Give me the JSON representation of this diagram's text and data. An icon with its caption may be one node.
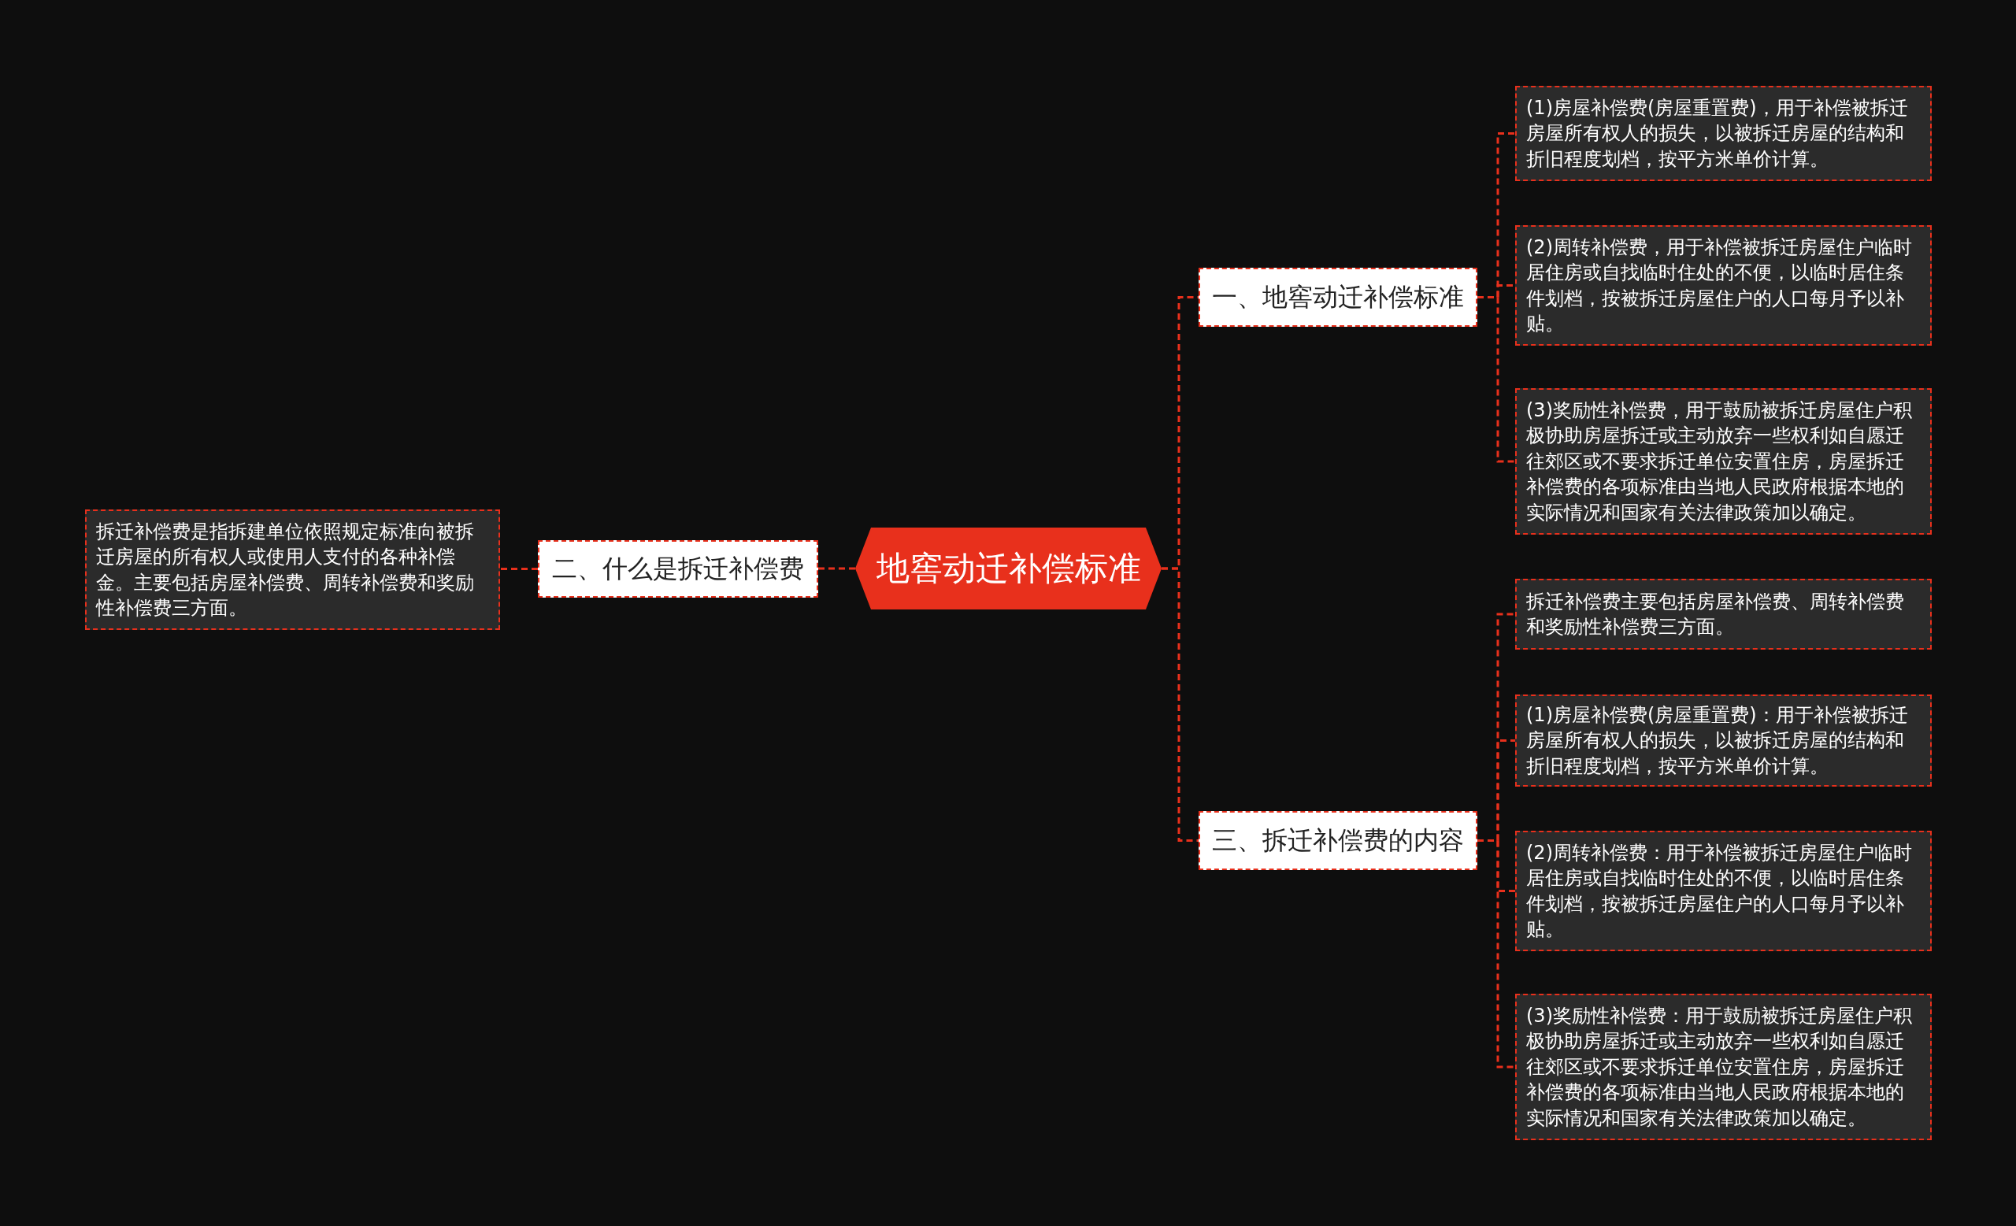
{
  "diagram": {
    "nodes": [
      {
        "text": [
          "地窖动迁补偿标准"
        ]
      },
      {
        "text": [
          "一、地窖动迁补偿标准"
        ]
      },
      {
        "text": [
          "(1)房屋补偿费(房屋重置费)，用于补偿被拆迁房屋所有权人的损失，以被拆迁房屋的结构和折旧程度划档，按平方米单价计算。"
        ]
      },
      {
        "text": [
          "(2)周转补偿费，用于补偿被拆迁房屋住户临时居住房或自找临时住处的不便，以临时居住条件划档，按被拆迁房屋住户的人口每月予以补贴。"
        ]
      },
      {
        "text": [
          "(3)奖励性补偿费，用于鼓励被拆迁房屋住户积极协助房屋拆迁或主动放弃一些权利如自愿迁往郊区或不要求拆迁单位安置住房，房屋拆迁补偿费的各项标准由当地人民政府根据本地的实际情况和国家有关法律政策加以确定。"
        ]
      },
      {
        "text": [
          "二、什么是拆迁补偿费"
        ]
      },
      {
        "text": [
          "拆迁补偿费是指拆建单位依照规定标准向被拆迁房屋的所有权人或使用人支付的各种补偿金。主要包括房屋补偿费、周转补偿费和奖励性补偿费三方面。"
        ]
      },
      {
        "text": [
          "三、拆迁补偿费的内容"
        ]
      },
      {
        "text": [
          "拆迁补偿费主要包括房屋补偿费、周转补偿费和奖励性补偿费三方面。"
        ]
      },
      {
        "text": [
          "(1)房屋补偿费(房屋重置费)：用于补偿被拆迁房屋所有权人的损失，以被拆迁房屋的结构和折旧程度划档，按平方米单价计算。"
        ]
      },
      {
        "text": [
          "(2)周转补偿费：用于补偿被拆迁房屋住户临时居住房或自找临时住处的不便，以临时居住条件划档，按被拆迁房屋住户的人口每月予以补贴。"
        ]
      },
      {
        "text": [
          "(3)奖励性补偿费：用于鼓励被拆迁房屋住户积极协助房屋拆迁或主动放弃一些权利如自愿迁往郊区或不要求拆迁单位安置住房，房屋拆迁补偿费的各项标准由当地人民政府根据本地的实际情况和国家有关法律政策加以确定。"
        ]
      }
    ],
    "edges": [
      {
        "from": 0,
        "to": 1,
        "arrow": "none"
      },
      {
        "from": 1,
        "to": 2,
        "arrow": "none"
      },
      {
        "from": 1,
        "to": 3,
        "arrow": "none"
      },
      {
        "from": 1,
        "to": 4,
        "arrow": "none"
      },
      {
        "from": 0,
        "to": 5,
        "arrow": "none"
      },
      {
        "from": 5,
        "to": 6,
        "arrow": "none"
      },
      {
        "from": 0,
        "to": 7,
        "arrow": "none"
      },
      {
        "from": 7,
        "to": 8,
        "arrow": "none"
      },
      {
        "from": 7,
        "to": 9,
        "arrow": "none"
      },
      {
        "from": 7,
        "to": 10,
        "arrow": "none"
      },
      {
        "from": 7,
        "to": 11,
        "arrow": "none"
      }
    ]
  }
}
